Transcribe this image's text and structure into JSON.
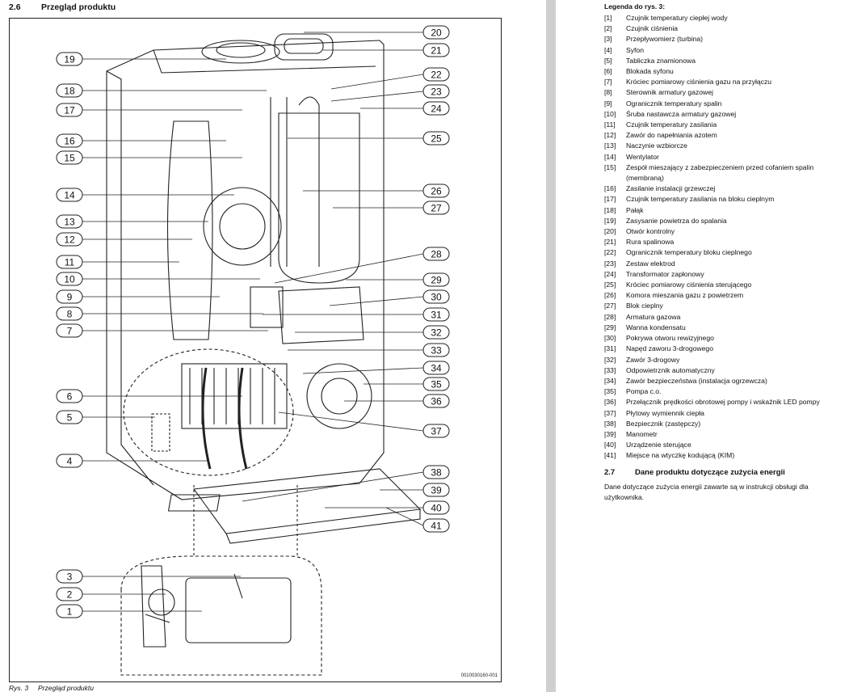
{
  "section": {
    "number": "2.6",
    "title": "Przegląd produktu"
  },
  "figure": {
    "code": "0010030160-001",
    "caption_number": "Rys. 3",
    "caption_text": "Przegląd produktu"
  },
  "callouts": {
    "left": [
      "19",
      "18",
      "17",
      "16",
      "15",
      "14",
      "13",
      "12",
      "11",
      "10",
      "9",
      "8",
      "7",
      "6",
      "5",
      "4",
      "3",
      "2",
      "1"
    ],
    "right": [
      "20",
      "21",
      "22",
      "23",
      "24",
      "25",
      "26",
      "27",
      "28",
      "29",
      "30",
      "31",
      "32",
      "33",
      "34",
      "35",
      "36",
      "37",
      "38",
      "39",
      "40",
      "41"
    ]
  },
  "legend": {
    "title": "Legenda do rys. 3:",
    "items": [
      {
        "num": "[1]",
        "text": "Czujnik temperatury ciepłej wody"
      },
      {
        "num": "[2]",
        "text": "Czujnik ciśnienia"
      },
      {
        "num": "[3]",
        "text": "Przepływomierz (turbina)"
      },
      {
        "num": "[4]",
        "text": "Syfon"
      },
      {
        "num": "[5]",
        "text": "Tabliczka znamionowa"
      },
      {
        "num": "[6]",
        "text": "Blokada syfonu"
      },
      {
        "num": "[7]",
        "text": "Króciec pomiarowy ciśnienia gazu na przyłączu"
      },
      {
        "num": "[8]",
        "text": "Sterownik armatury gazowej"
      },
      {
        "num": "[9]",
        "text": "Ogranicznik temperatury spalin"
      },
      {
        "num": "[10]",
        "text": "Śruba nastawcza armatury gazowej"
      },
      {
        "num": "[11]",
        "text": "Czujnik temperatury zasilania"
      },
      {
        "num": "[12]",
        "text": "Zawór do napełniania azotem"
      },
      {
        "num": "[13]",
        "text": "Naczynie wzbiorcze"
      },
      {
        "num": "[14]",
        "text": "Wentylator"
      },
      {
        "num": "[15]",
        "text": "Zespół mieszający z zabezpieczeniem przed cofaniem spalin (membraną)"
      },
      {
        "num": "[16]",
        "text": "Zasilanie instalacji grzewczej"
      },
      {
        "num": "[17]",
        "text": "Czujnik temperatury zasilania na bloku cieplnym"
      },
      {
        "num": "[18]",
        "text": "Pałąk"
      },
      {
        "num": "[19]",
        "text": "Zasysanie powietrza do spalania"
      },
      {
        "num": "[20]",
        "text": "Otwór kontrolny"
      },
      {
        "num": "[21]",
        "text": "Rura spalinowa"
      },
      {
        "num": "[22]",
        "text": "Ogranicznik temperatury bloku cieplnego"
      },
      {
        "num": "[23]",
        "text": "Zestaw elektrod"
      },
      {
        "num": "[24]",
        "text": "Transformator zapłonowy"
      },
      {
        "num": "[25]",
        "text": "Króciec pomiarowy ciśnienia sterującego"
      },
      {
        "num": "[26]",
        "text": "Komora mieszania gazu z powietrzem"
      },
      {
        "num": "[27]",
        "text": "Blok cieplny"
      },
      {
        "num": "[28]",
        "text": "Armatura gazowa"
      },
      {
        "num": "[29]",
        "text": "Wanna kondensatu"
      },
      {
        "num": "[30]",
        "text": "Pokrywa otworu rewizyjnego"
      },
      {
        "num": "[31]",
        "text": "Napęd zaworu 3-drogowego"
      },
      {
        "num": "[32]",
        "text": "Zawór 3-drogowy"
      },
      {
        "num": "[33]",
        "text": "Odpowietrznik automatyczny"
      },
      {
        "num": "[34]",
        "text": "Zawór bezpieczeństwa (instalacja ogrzewcza)"
      },
      {
        "num": "[35]",
        "text": "Pompa c.o."
      },
      {
        "num": "[36]",
        "text": "Przełącznik prędkości obrotowej pompy i wskaźnik LED pompy"
      },
      {
        "num": "[37]",
        "text": "Płytowy wymiennik ciepła"
      },
      {
        "num": "[38]",
        "text": "Bezpiecznik (zastępczy)"
      },
      {
        "num": "[39]",
        "text": "Manometr"
      },
      {
        "num": "[40]",
        "text": "Urządzenie sterujące"
      },
      {
        "num": "[41]",
        "text": "Miejsce na wtyczkę kodującą (KIM)"
      }
    ]
  },
  "section_27": {
    "number": "2.7",
    "title": "Dane produktu dotyczące zużycia energii"
  },
  "body_text": "Dane dotyczące zużycia energii zawarte są w instrukcji obsługi dla użytkownika."
}
